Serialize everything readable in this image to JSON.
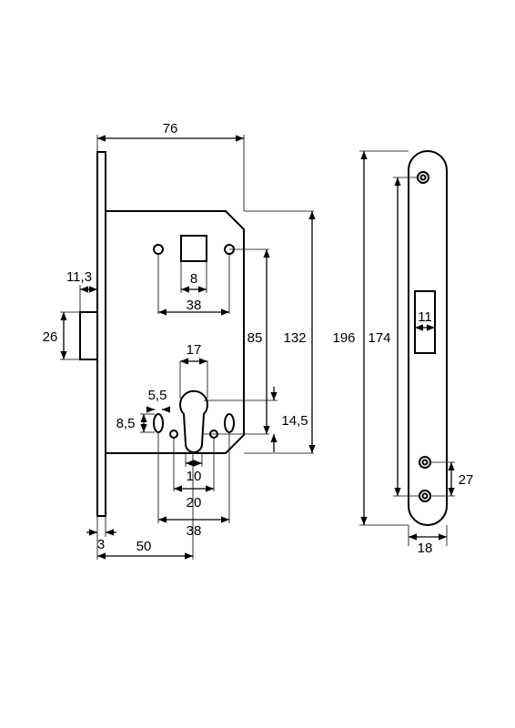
{
  "dimensions": {
    "width_76": "76",
    "spindle_8": "8",
    "spindle_pitch_38": "38",
    "faceplate_11_3": "11,3",
    "latch_26": "26",
    "height_85": "85",
    "height_132": "132",
    "cyl_17": "17",
    "cyl_5_5": "5,5",
    "screw_8_5": "8,5",
    "cyl_14_5": "14,5",
    "cyl_10": "10",
    "cyl_20": "20",
    "screw_38": "38",
    "thick_3": "3",
    "backset_50": "50",
    "plate_196": "196",
    "plate_174": "174",
    "slot_11": "11",
    "screw_27": "27",
    "plate_18": "18"
  }
}
